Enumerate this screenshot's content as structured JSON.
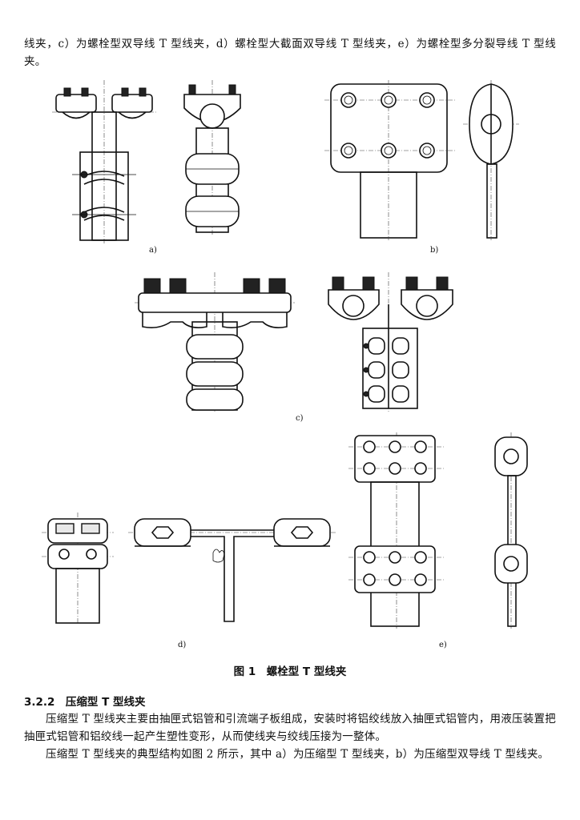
{
  "intro_text": "线夹，c）为螺栓型双导线 T 型线夹，d）螺栓型大截面双导线 T 型线夹，e）为螺栓型多分裂导线 T 型线夹。",
  "figure": {
    "labels": {
      "a": "a)",
      "b": "b)",
      "c": "c)",
      "d": "d)",
      "e": "e)"
    },
    "caption": "图 1　螺栓型 T 型线夹"
  },
  "section": {
    "number": "3.2.2",
    "title": "压缩型 T 型线夹",
    "heading": "3.2.2　压缩型 T 型线夹"
  },
  "paragraph_1": "压缩型 T 型线夹主要由抽匣式铝管和引流端子板组成，安装时将铝绞线放入抽匣式铝管内，用液压装置把抽匣式铝管和铝绞线一起产生塑性变形，从而使线夹与绞线压接为一整体。",
  "paragraph_2": "压缩型 T 型线夹的典型结构如图 2 所示，其中 a）为压缩型 T 型线夹，b）为压缩型双导线 T 型线夹。"
}
